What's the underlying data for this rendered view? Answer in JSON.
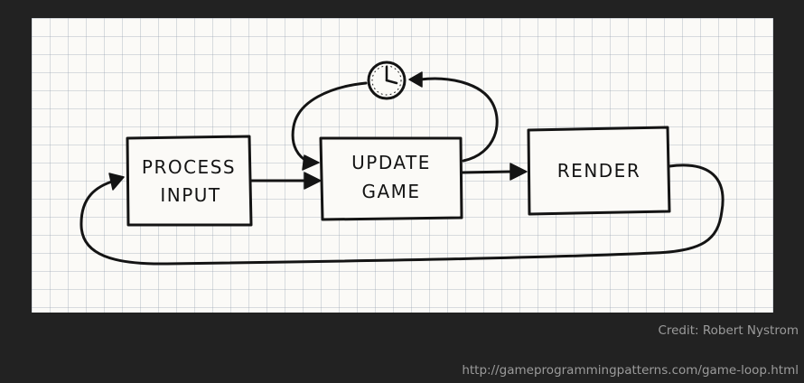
{
  "diagram": {
    "nodes": {
      "process_input": {
        "line1": "PROCESS",
        "line2": "INPUT"
      },
      "update_game": {
        "line1": "UPDATE",
        "line2": "GAME"
      },
      "render": {
        "line1": "RENDER"
      }
    },
    "icon": "clock-icon"
  },
  "footer": {
    "credit": "Credit: Robert Nystrom",
    "url": "http://gameprogrammingpatterns.com/game-loop.html"
  },
  "colors": {
    "background": "#222222",
    "paper": "#fbfaf7",
    "ink": "#141414",
    "footer_text": "#9b9b9b"
  }
}
